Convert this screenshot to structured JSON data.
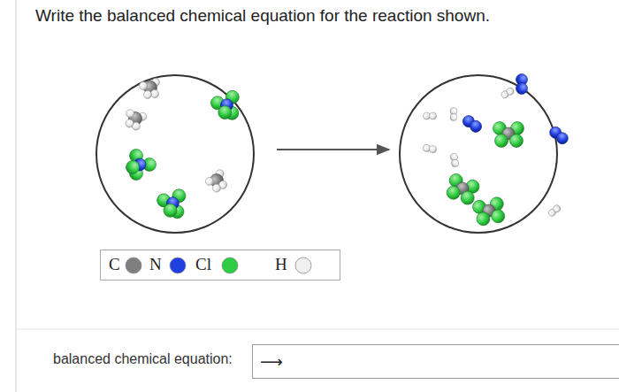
{
  "diagram": {
    "title": "Write the balanced chemical equation for the reaction shown.",
    "nodes": [
      {
        "text": [
          "⟶"
        ]
      }
    ],
    "labels": [
      "balanced chemical equation:"
    ],
    "legend": [
      {
        "text": "C",
        "color": "#7f7f7f"
      },
      {
        "text": "N",
        "color": "#1f3fe0"
      },
      {
        "text": "Cl",
        "color": "#2ecc40"
      },
      {
        "text": "H",
        "color": "#f0f0f0"
      }
    ]
  }
}
